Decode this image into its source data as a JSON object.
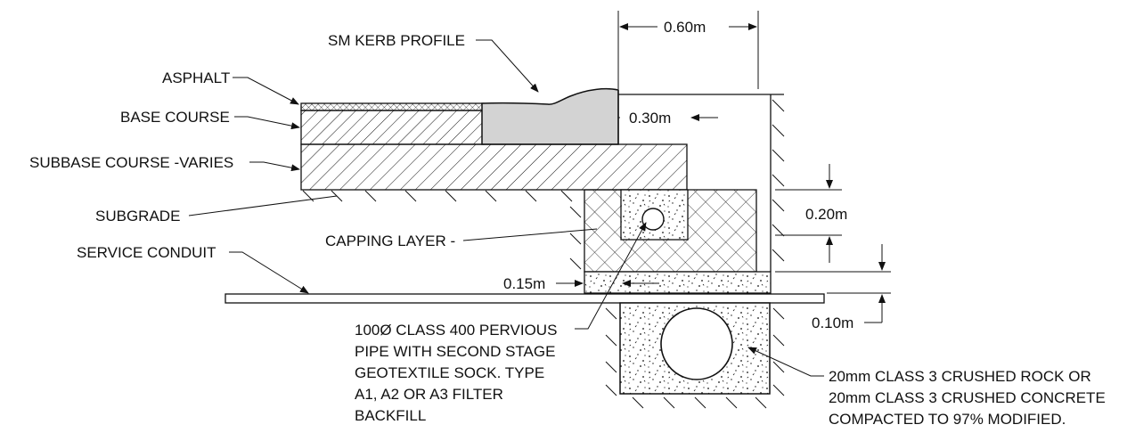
{
  "labels": {
    "kerb_profile": "SM KERB PROFILE",
    "asphalt": "ASPHALT",
    "base_course": "BASE COURSE",
    "subbase_course": "SUBBASE COURSE  -VARIES",
    "subgrade": "SUBGRADE",
    "service_conduit": "SERVICE CONDUIT",
    "capping_layer": "CAPPING LAYER -",
    "pipe_note": [
      "100Ø CLASS 400 PERVIOUS",
      "PIPE WITH SECOND STAGE",
      "GEOTEXTILE SOCK. TYPE",
      "A1,  A2 OR A3 FILTER",
      "BACKFILL"
    ],
    "rock_note": [
      "20mm CLASS 3 CRUSHED ROCK OR",
      "20mm CLASS 3 CRUSHED CONCRETE",
      "COMPACTED TO 97% MODIFIED."
    ]
  },
  "dimensions": {
    "width_top": "0.60m",
    "kerb_width": "0.30m",
    "capping_depth": "0.20m",
    "side_width": "0.15m",
    "bedding_depth": "0.10m"
  }
}
